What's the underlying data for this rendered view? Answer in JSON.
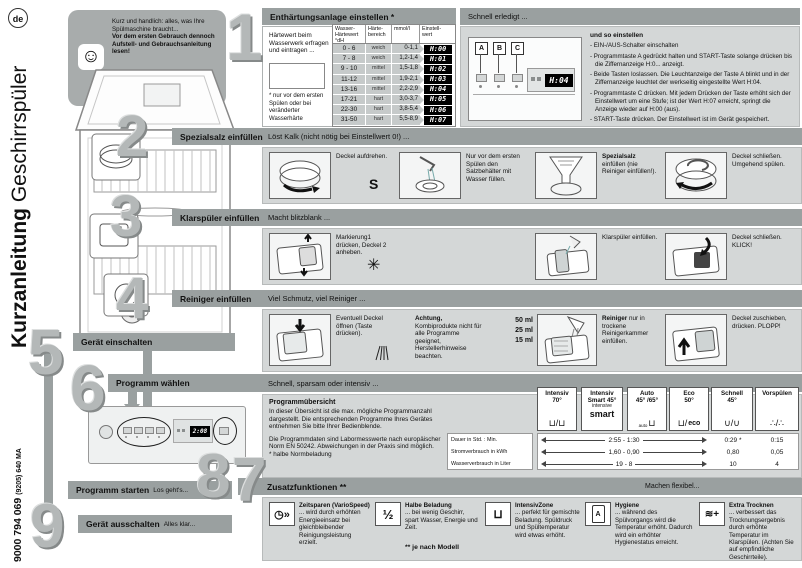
{
  "colors": {
    "bar_gray": "#9aa0a0",
    "panel_gray": "#d4d7d7",
    "display_bg": "#000000",
    "display_text": "#ffffff"
  },
  "page": {
    "lang_badge": "de",
    "vertical_title_bold": "Kurzanleitung",
    "vertical_title_light": "Geschirrspüler",
    "part_number": "9000 794 069",
    "part_number_suffix": "(9205) 640 MA"
  },
  "intro": {
    "smiley": "☺",
    "text": "Kurz und handlich: alles, was Ihre Spülmaschine braucht...",
    "bold_text": "Vor dem ersten Gebrauch dennoch Aufstell- und Gebrauchsanleitung lesen!"
  },
  "control_panel": {
    "display": "2:08"
  },
  "s1": {
    "number": "1",
    "title": "Enthärtungsanlage einstellen *",
    "note": "Härtewert beim Wasserwerk erfragen und eintragen ...",
    "footnote": "* nur vor dem ersten Spülen oder bei veränderter Wasserhärte",
    "table": {
      "headers": [
        "Wasser-Härtewert °dH",
        "Härte-bereich",
        "mmol/l",
        "Einstell-wert"
      ],
      "rows": [
        [
          "0 - 6",
          "weich",
          "0-1,1",
          "H:00"
        ],
        [
          "7 - 8",
          "weich",
          "1,2-1,4",
          "H:01"
        ],
        [
          "9 - 10",
          "mittel",
          "1,5-1,8",
          "H:02"
        ],
        [
          "11-12",
          "mittel",
          "1,9-2,1",
          "H:03"
        ],
        [
          "13-16",
          "mittel",
          "2,2-2,9",
          "H:04"
        ],
        [
          "17-21",
          "hart",
          "3,0-3,7",
          "H:05"
        ],
        [
          "22-30",
          "hart",
          "3,8-5,4",
          "H:06"
        ],
        [
          "31-50",
          "hart",
          "5,5-8,9",
          "H:07"
        ]
      ]
    },
    "right": {
      "header": "Schnell erledigt ...",
      "labels": [
        "A",
        "B",
        "C"
      ],
      "display": "H:04",
      "intro": "und so einstellen",
      "bullets": [
        "EIN-/AUS-Schalter einschalten",
        "Programmtaste A gedrückt halten und START-Taste solange drücken bis die Ziffernanzeige H:0... anzeigt.",
        "Beide Tasten loslassen. Die Leuchtanzeige der Taste A blinkt und in der Ziffernanzeige leuchtet der werkseitig eingestellte Wert H:04.",
        "Programmtaste C drücken. Mit jedem Drücken der Taste erhöht sich der Einstellwert um eine Stufe; ist der Wert H:07 erreicht, springt die Anzeige wieder auf H:00 (aus).",
        "START-Taste drücken. Der Einstellwert ist im Gerät gespeichert."
      ]
    }
  },
  "s2": {
    "number": "2",
    "title": "Spezialsalz einfüllen",
    "subtitle": "Löst Kalk (nicht nötig bei Einstellwert 0!) ...",
    "cap1": "Deckel aufdrehen.",
    "salt_symbol": "S",
    "cap2": "Nur vor dem ersten Spülen den Salzbehälter mit Wasser füllen.",
    "cap3_bold": "Spezialsalz",
    "cap3": "einfüllen (nie Reiniger einfüllen!).",
    "cap4": "Deckel schließen. Umgehend spülen."
  },
  "s3": {
    "number": "3",
    "title": "Klarspüler einfüllen",
    "subtitle": "Macht blitzblank ...",
    "cap1": "Markierung1 drücken, Deckel 2 anheben.",
    "star_symbol": "✳",
    "cap2": "Klarspüler einfüllen.",
    "cap3": "Deckel schließen. KLICK!"
  },
  "s4": {
    "number": "4",
    "title": "Reiniger einfüllen",
    "subtitle": "Viel Schmutz, viel Reiniger ...",
    "cap1": "Eventuell Deckel öffnen (Taste drücken).",
    "warn_bold": "Achtung,",
    "warn": "Kombiprodukte nicht für alle Programme geeignet, Herstellerhinweise beachten.",
    "ml": [
      "50 ml",
      "25 ml",
      "15 ml"
    ],
    "cap2_bold": "Reiniger",
    "cap2": "nur in trockene Reinigerkammer einfüllen.",
    "cap3": "Deckel zuschieben, drücken. PLOPP!"
  },
  "s5": {
    "number": "5",
    "title": "Gerät einschalten"
  },
  "s6": {
    "number": "6",
    "title": "Programm wählen",
    "subtitle": "Schnell, sparsam oder intensiv ...",
    "overview_title": "Programmübersicht",
    "overview_p1": "In dieser Übersicht ist die max. mögliche Programmanzahl dargestellt. Die entsprechenden Programme Ihres Gerätes entnehmen Sie bitte Ihrer Bedienblende.",
    "overview_p2": "Die Programmdaten sind Labormesswerte nach europäischer Norm EN 50242. Abweichungen in der Praxis sind möglich.",
    "overview_p3": "* halbe Normbeladung",
    "programs": [
      {
        "name": "Intensiv",
        "temp": "70°",
        "icons": "⊔/⊔"
      },
      {
        "name": "Intensiv Smart 45°",
        "sub": "intensive",
        "subbold": "smart"
      },
      {
        "name": "Auto",
        "temp": "45° /65°",
        "iconsub": "auto",
        "icons": "⊔"
      },
      {
        "name": "Eco",
        "temp": "50°",
        "icons": "⊔/",
        "iconbold": "eco"
      },
      {
        "name": "Schnell",
        "temp": "45°",
        "icons": "∪/∪"
      },
      {
        "name": "Vorspülen",
        "icons": "∴/∴"
      }
    ],
    "data_rows": [
      {
        "label": "Dauer in Std. : Min.",
        "range": "2:55 - 1:30",
        "schnell": "0:29 *",
        "vorspuelen": "0:15"
      },
      {
        "label": "Stromverbrauch in kWh",
        "range": "1,60 - 0,90",
        "schnell": "0,80",
        "vorspuelen": "0,05"
      },
      {
        "label": "Wasserverbrauch in Liter",
        "range": "19 - 8",
        "schnell": "10",
        "vorspuelen": "4"
      }
    ]
  },
  "s7": {
    "number": "7",
    "title": "Zusatzfunktionen **",
    "subtitle": "Machen flexibel...",
    "footnote": "** je nach Modell",
    "items": [
      {
        "glyph": "◷»",
        "name": "Zeitsparen (VarioSpeed)",
        "text": "... wird durch erhöhten Energieeinsatz bei gleichbleibender Reinigungsleistung erzielt."
      },
      {
        "glyph": "½",
        "name": "Halbe Beladung",
        "text": "... bei wenig Geschirr, spart Wasser, Energie und Zeit."
      },
      {
        "glyph": "⊔",
        "name": "IntensivZone",
        "text": "... perfekt für gemischte Beladung. Spüldruck und Spültemperatur wird etwas erhöht."
      },
      {
        "glyph": "A",
        "name": "Hygiene",
        "text": "... während des Spülvorgangs wird die Temperatur erhöht. Dadurch wird ein erhöhter Hygienestatus erreicht."
      },
      {
        "glyph": "≋+",
        "name": "Extra Trocknen",
        "text": "... verbessert das Trocknungsergebnis durch erhöhte Temperatur im Klarspülen. (Achten Sie auf empfindliche Geschirrteile)."
      }
    ]
  },
  "s8": {
    "number": "8",
    "title": "Programm starten",
    "subtitle": "Los geht's..."
  },
  "s9": {
    "number": "9",
    "title": "Gerät ausschalten",
    "subtitle": "Alles klar..."
  }
}
